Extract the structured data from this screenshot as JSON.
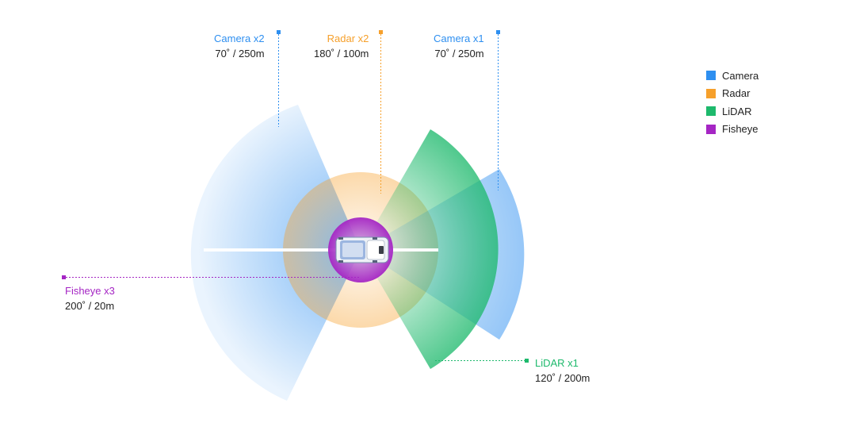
{
  "colors": {
    "camera": "#2E8FF0",
    "radar": "#F6A02B",
    "lidar": "#1DB96C",
    "fisheye": "#A526C4"
  },
  "labels": {
    "camera_x2": {
      "name": "Camera x2",
      "spec": "70˚ / 250m"
    },
    "radar_x2": {
      "name": "Radar x2",
      "spec": "180˚ / 100m"
    },
    "camera_x1": {
      "name": "Camera x1",
      "spec": "70˚ / 250m"
    },
    "fisheye_x3": {
      "name": "Fisheye x3",
      "spec": "200˚ / 20m"
    },
    "lidar_x1": {
      "name": "LiDAR x1",
      "spec": "120˚ / 200m"
    }
  },
  "legend": [
    {
      "label": "Camera",
      "color": "#2E8FF0"
    },
    {
      "label": "Radar",
      "color": "#F6A02B"
    },
    {
      "label": "LiDAR",
      "color": "#1DB96C"
    },
    {
      "label": "Fisheye",
      "color": "#A526C4"
    }
  ]
}
